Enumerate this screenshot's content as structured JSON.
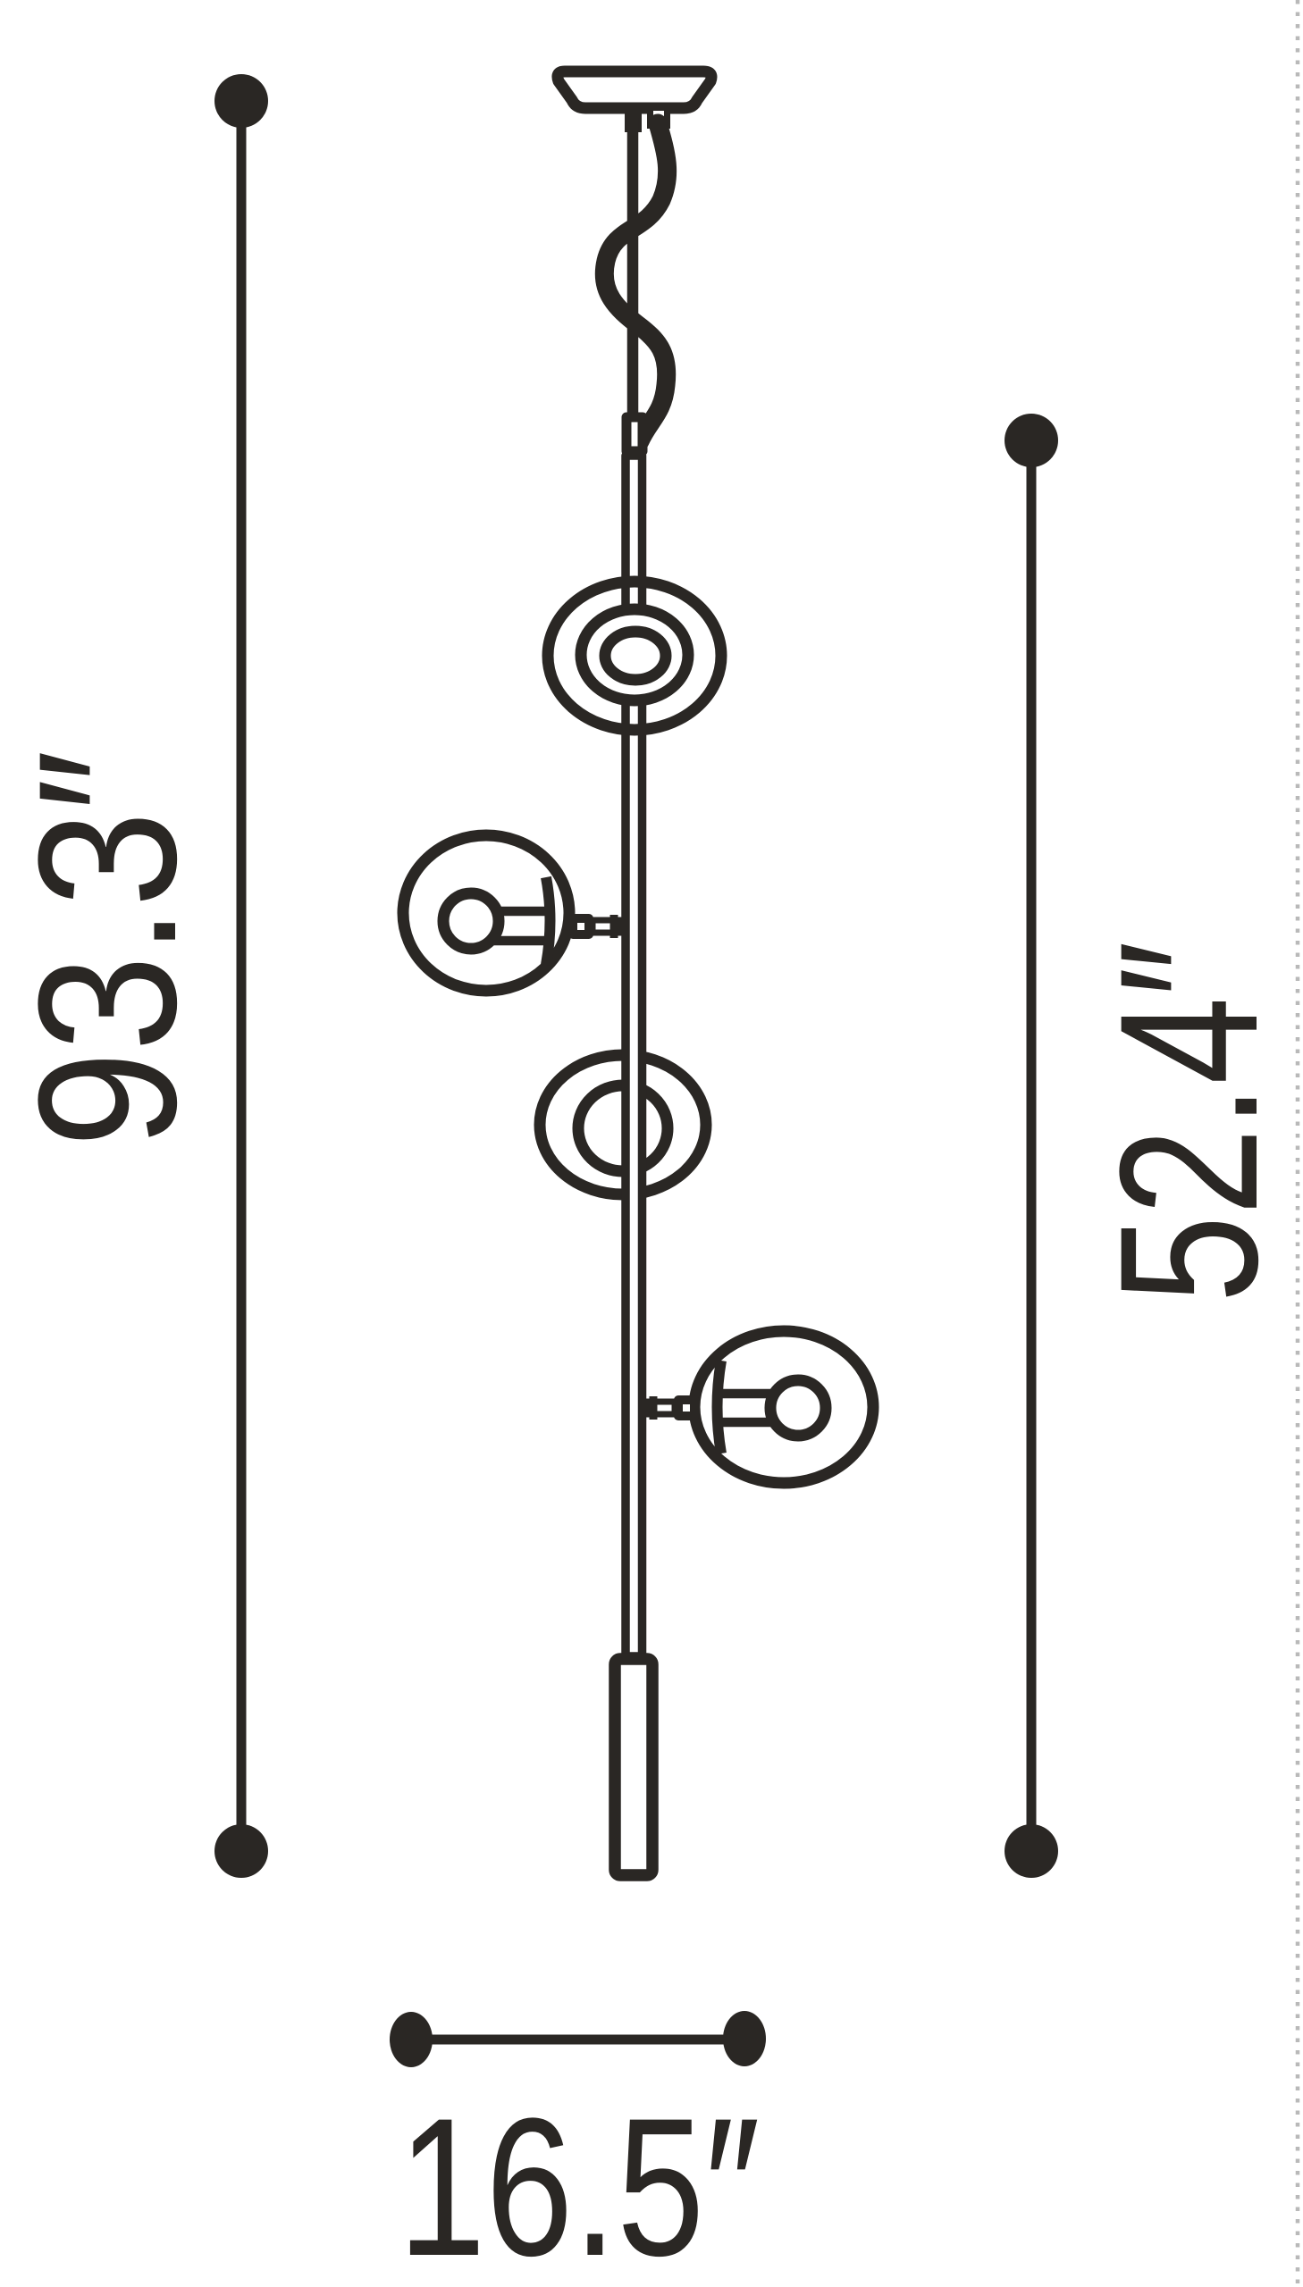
{
  "diagram": {
    "title": "Pendant lamp dimension drawing",
    "background": "#ffffff",
    "line_color": "#2a2724",
    "edge_dot_color": "#b9b9b9",
    "labels": {
      "overall_height": "93.3″",
      "fixture_height": "52.4″",
      "width": "16.5″"
    },
    "parts": {
      "canopy": "ceiling-canopy",
      "cord": "twisted-hanging-cord",
      "stem": "center-stem-rod",
      "globes": [
        "front-facing-globe-top",
        "left-globe-with-bulb",
        "front-facing-globe-middle",
        "right-globe-with-bulb"
      ],
      "base": "bottom-cylinder-shade"
    }
  }
}
